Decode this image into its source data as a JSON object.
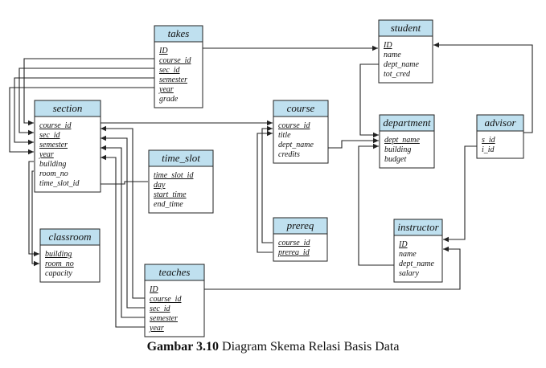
{
  "caption": {
    "label": "Gambar 3.10",
    "text": "Diagram Skema Relasi Basis Data"
  },
  "colors": {
    "header_fill": "#bfe0ef",
    "box_stroke": "#222222",
    "line": "#222222"
  },
  "tables": {
    "takes": {
      "title": "takes",
      "attrs": [
        {
          "name": "ID",
          "key": true
        },
        {
          "name": "course_id",
          "key": true
        },
        {
          "name": "sec_id",
          "key": true
        },
        {
          "name": "semester",
          "key": true
        },
        {
          "name": "year",
          "key": true
        },
        {
          "name": "grade",
          "key": false
        }
      ]
    },
    "student": {
      "title": "student",
      "attrs": [
        {
          "name": "ID",
          "key": true
        },
        {
          "name": "name",
          "key": false
        },
        {
          "name": "dept_name",
          "key": false
        },
        {
          "name": "tot_cred",
          "key": false
        }
      ]
    },
    "section": {
      "title": "section",
      "attrs": [
        {
          "name": "course_id",
          "key": true
        },
        {
          "name": "sec_id",
          "key": true
        },
        {
          "name": "semester",
          "key": true
        },
        {
          "name": "year",
          "key": true
        },
        {
          "name": "building",
          "key": false
        },
        {
          "name": "room_no",
          "key": false
        },
        {
          "name": "time_slot_id",
          "key": false
        }
      ]
    },
    "course": {
      "title": "course",
      "attrs": [
        {
          "name": "course_id",
          "key": true
        },
        {
          "name": "title",
          "key": false
        },
        {
          "name": "dept_name",
          "key": false
        },
        {
          "name": "credits",
          "key": false
        }
      ]
    },
    "department": {
      "title": "department",
      "attrs": [
        {
          "name": "dept_name",
          "key": true
        },
        {
          "name": "building",
          "key": false
        },
        {
          "name": "budget",
          "key": false
        }
      ]
    },
    "advisor": {
      "title": "advisor",
      "attrs": [
        {
          "name": "s_id",
          "key": true
        },
        {
          "name": "i_id",
          "key": false
        }
      ]
    },
    "time_slot": {
      "title": "time_slot",
      "attrs": [
        {
          "name": "time_slot_id",
          "key": true
        },
        {
          "name": "day",
          "key": true
        },
        {
          "name": "start_time",
          "key": true
        },
        {
          "name": "end_time",
          "key": false
        }
      ]
    },
    "classroom": {
      "title": "classroom",
      "attrs": [
        {
          "name": "building",
          "key": true
        },
        {
          "name": "room_no",
          "key": true
        },
        {
          "name": "capacity",
          "key": false
        }
      ]
    },
    "prereq": {
      "title": "prereq",
      "attrs": [
        {
          "name": "course_id",
          "key": true
        },
        {
          "name": "prereq_id",
          "key": true
        }
      ]
    },
    "instructor": {
      "title": "instructor",
      "attrs": [
        {
          "name": "ID",
          "key": true
        },
        {
          "name": "name",
          "key": false
        },
        {
          "name": "dept_name",
          "key": false
        },
        {
          "name": "salary",
          "key": false
        }
      ]
    },
    "teaches": {
      "title": "teaches",
      "attrs": [
        {
          "name": "ID",
          "key": true
        },
        {
          "name": "course_id",
          "key": true
        },
        {
          "name": "sec_id",
          "key": true
        },
        {
          "name": "semester",
          "key": true
        },
        {
          "name": "year",
          "key": true
        }
      ]
    }
  }
}
